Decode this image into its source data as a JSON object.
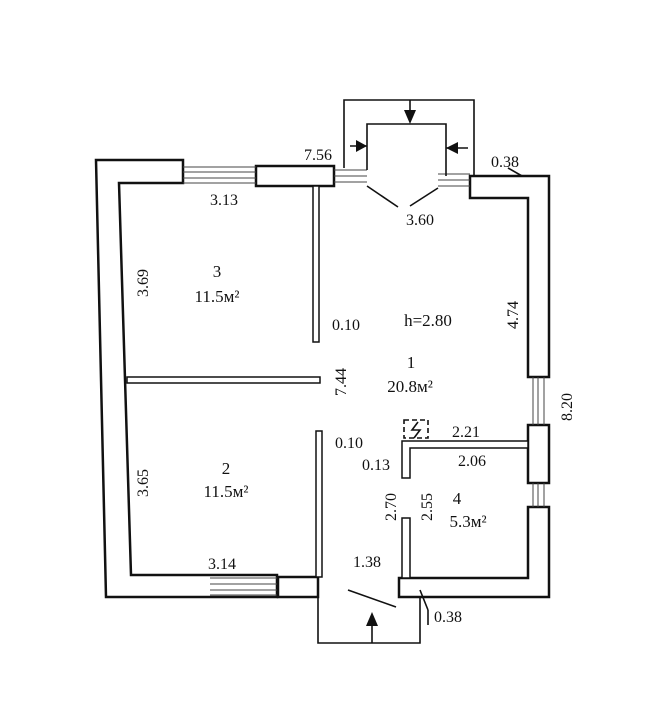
{
  "ceiling_height": "h=2.80",
  "rooms": [
    {
      "number": "1",
      "area": "20.8м²"
    },
    {
      "number": "2",
      "area": "11.5м²"
    },
    {
      "number": "3",
      "area": "11.5м²"
    },
    {
      "number": "4",
      "area": "5.3м²"
    }
  ],
  "dimensions": {
    "porch_width": "7.56",
    "top_right_wall": "0.38",
    "room3_top": "3.13",
    "hall_top": "3.60",
    "room3_left": "3.69",
    "partition_room3": "0.10",
    "right_wall_upper": "4.74",
    "hall_depth": "7.44",
    "overall_right": "8.20",
    "partition_room2": "0.10",
    "room4_top_outer": "2.21",
    "room4_top_inner": "2.06",
    "room4_wall": "0.13",
    "room2_left": "3.65",
    "room4_left_outer": "2.70",
    "room4_left_inner": "2.55",
    "room2_bottom": "3.14",
    "entrance_width": "1.38",
    "bottom_wall": "0.38"
  }
}
